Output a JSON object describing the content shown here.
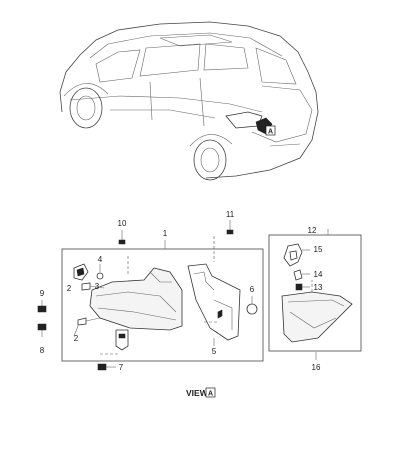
{
  "diagram": {
    "view_label": "VIEW",
    "view_letter": "A",
    "car_marker_letter": "A",
    "callouts": {
      "c1": "1",
      "c2a": "2",
      "c2b": "2",
      "c3": "3",
      "c4": "4",
      "c5": "5",
      "c6": "6",
      "c7": "7",
      "c8": "8",
      "c9": "9",
      "c10": "10",
      "c11": "11",
      "c12": "12",
      "c13": "13",
      "c14": "14",
      "c15": "15",
      "c16": "16"
    }
  }
}
